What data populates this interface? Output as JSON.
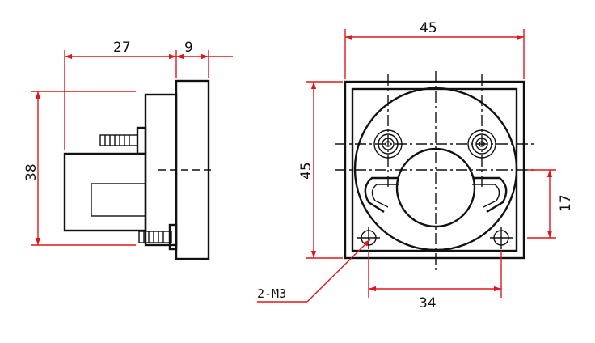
{
  "dimensions": {
    "side_depth": "27",
    "side_flange": "9",
    "side_height": "38",
    "front_width": "45",
    "front_height": "45",
    "front_slot": "17",
    "front_hole_spacing": "34",
    "hole_callout": "2-M3"
  },
  "colors": {
    "dimension_line": "#e0161b",
    "drawing_line": "#111111"
  }
}
